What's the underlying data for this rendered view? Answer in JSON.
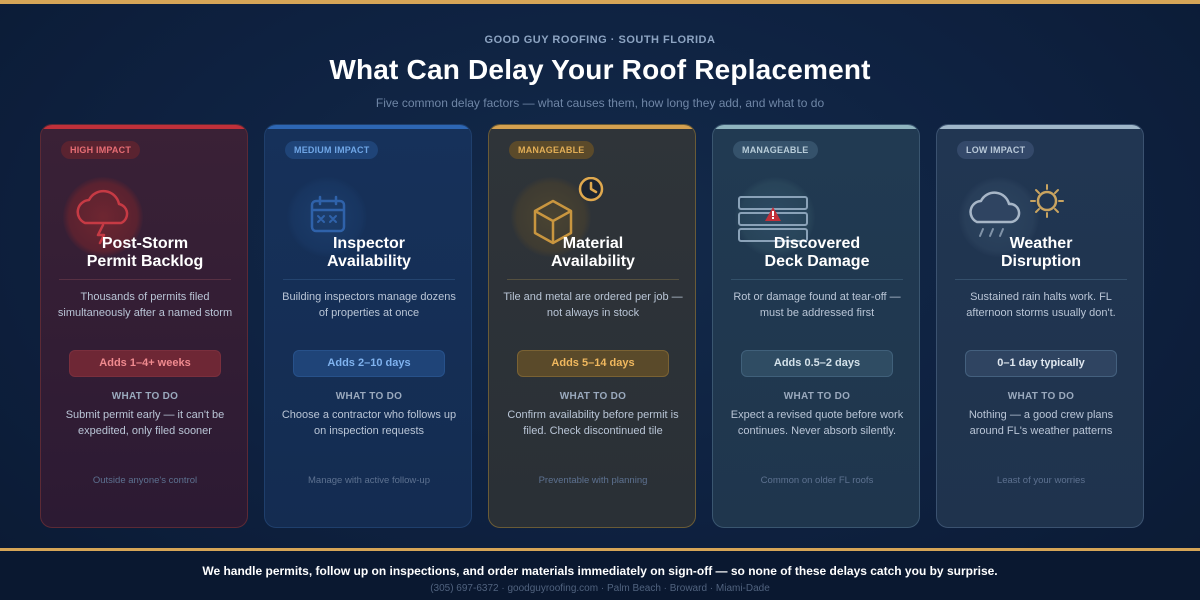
{
  "header": {
    "eyebrow": "GOOD GUY ROOFING · SOUTH FLORIDA",
    "title": "What Can Delay Your Roof Replacement",
    "subtitle": "Five common delay factors — what causes them, how long they add, and what to do"
  },
  "cards": [
    {
      "badge": "HIGH IMPACT",
      "icon": "storm-cloud-icon",
      "title_line1": "Post-Storm",
      "title_line2": "Permit Backlog",
      "desc": "Thousands of permits filed simultaneously after a named storm",
      "duration": "Adds 1–4+ weeks",
      "todo_label": "WHAT TO DO",
      "todo": "Submit permit early — it can't be expedited, only filed sooner",
      "footnote": "Outside anyone's control",
      "accent_color": "#c0303a"
    },
    {
      "badge": "MEDIUM IMPACT",
      "icon": "calendar-icon",
      "title_line1": "Inspector",
      "title_line2": "Availability",
      "desc": "Building inspectors manage dozens of properties at once",
      "duration": "Adds 2–10 days",
      "todo_label": "WHAT TO DO",
      "todo": "Choose a contractor who follows up on inspection requests",
      "footnote": "Manage with active follow-up",
      "accent_color": "#2d66b3"
    },
    {
      "badge": "MANAGEABLE",
      "icon": "box-clock-icon",
      "title_line1": "Material",
      "title_line2": "Availability",
      "desc": "Tile and metal are ordered per job — not always in stock",
      "duration": "Adds 5–14 days",
      "todo_label": "WHAT TO DO",
      "todo": "Confirm availability before permit is filed. Check discontinued tile",
      "footnote": "Preventable with planning",
      "accent_color": "#d4a050"
    },
    {
      "badge": "MANAGEABLE",
      "icon": "deck-damage-icon",
      "title_line1": "Discovered",
      "title_line2": "Deck Damage",
      "desc": "Rot or damage found at tear-off — must be addressed first",
      "duration": "Adds 0.5–2 days",
      "todo_label": "WHAT TO DO",
      "todo": "Expect a revised quote before work continues. Never absorb silently.",
      "footnote": "Common on older FL roofs",
      "accent_color": "#8fb4bf"
    },
    {
      "badge": "LOW IMPACT",
      "icon": "rain-cloud-sun-icon",
      "title_line1": "Weather",
      "title_line2": "Disruption",
      "desc": "Sustained rain halts work. FL afternoon storms usually don't.",
      "duration": "0–1 day typically",
      "todo_label": "WHAT TO DO",
      "todo": "Nothing — a good crew plans around FL's weather patterns",
      "footnote": "Least of your worries",
      "accent_color": "#9fb6c9"
    }
  ],
  "footer": {
    "text": "We handle permits, follow up on inspections, and order materials immediately on sign-off — so none of these delays catch you by surprise.",
    "contact": "(305) 697-6372 · goodguyroofing.com · Palm Beach · Broward · Miami-Dade"
  }
}
